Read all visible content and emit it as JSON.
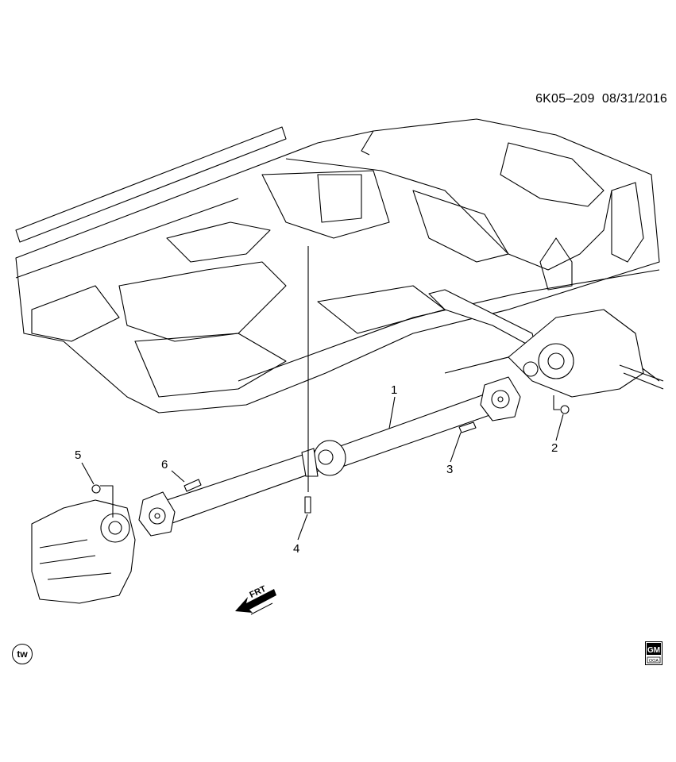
{
  "diagram": {
    "code": "6K05–209",
    "date": "08/31/2016",
    "front_marker": "FRT",
    "tw_badge": "tw",
    "logo_text": "GM",
    "logo_sub": "OOA"
  },
  "callouts": [
    {
      "label": "1",
      "part": "propeller-shaft"
    },
    {
      "label": "2",
      "part": "nut"
    },
    {
      "label": "3",
      "part": "bolt"
    },
    {
      "label": "4",
      "part": "bolt"
    },
    {
      "label": "5",
      "part": "nut"
    },
    {
      "label": "6",
      "part": "bolt"
    }
  ],
  "colors": {
    "line": "#000000",
    "background": "#ffffff"
  }
}
